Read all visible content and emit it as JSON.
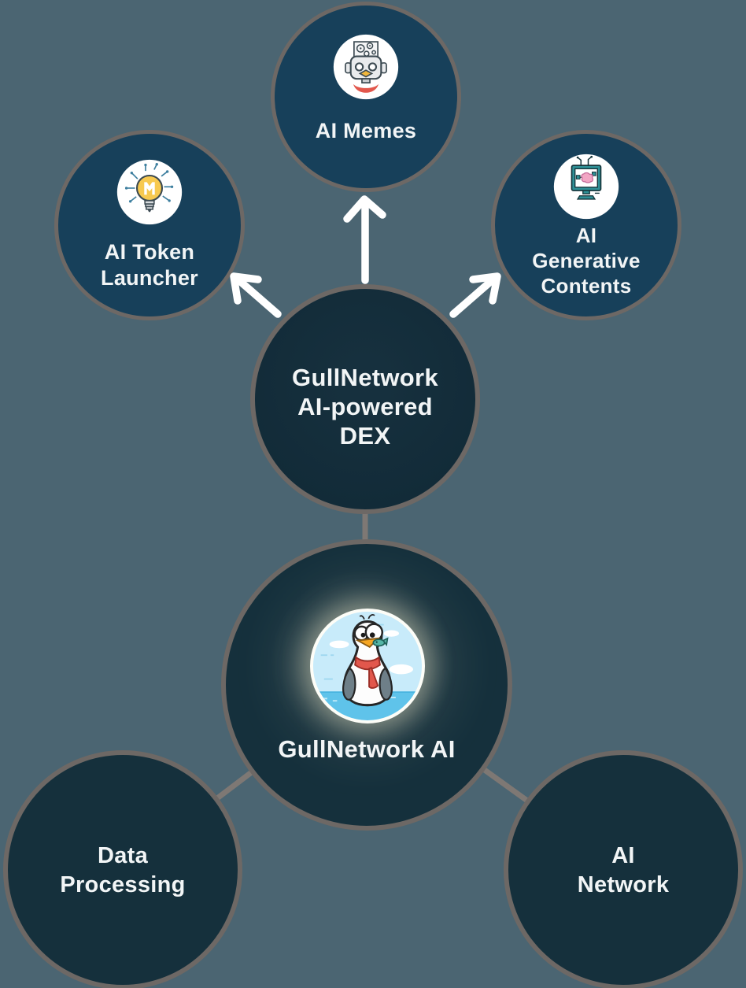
{
  "palette": {
    "background": "#4B6572",
    "satellite_fill": "#17405A",
    "dark_fill": "#132C3A",
    "hub_fill": "#15303C",
    "circle_border": "#6D6865",
    "connector_line": "#7E7874",
    "arrow": "#FFFFFF",
    "label_text": "#F2F5F6",
    "glow": "#FDF4D2"
  },
  "nodes": {
    "ai_memes": {
      "label": "AI Memes",
      "icon": "robot-memes-icon"
    },
    "ai_token_launcher": {
      "lines": [
        "AI Token",
        "Launcher"
      ],
      "icon": "bulb-circuit-icon"
    },
    "ai_generative_contents": {
      "lines": [
        "AI",
        "Generative",
        "Contents"
      ],
      "icon": "monitor-brain-icon"
    },
    "dex": {
      "lines": [
        "GullNetwork",
        "AI-powered",
        "DEX"
      ]
    },
    "hub": {
      "label": "GullNetwork AI",
      "icon": "seagull-mascot-avatar"
    },
    "data_processing": {
      "lines": [
        "Data",
        "Processing"
      ]
    },
    "ai_network": {
      "lines": [
        "AI",
        "Network"
      ]
    }
  },
  "edges": [
    {
      "from": "dex",
      "to": "ai_token_launcher",
      "style": "white-arrow"
    },
    {
      "from": "dex",
      "to": "ai_memes",
      "style": "white-arrow"
    },
    {
      "from": "dex",
      "to": "ai_generative_contents",
      "style": "white-arrow"
    },
    {
      "from": "hub",
      "to": "dex",
      "style": "gray-line"
    },
    {
      "from": "hub",
      "to": "data_processing",
      "style": "gray-line"
    },
    {
      "from": "hub",
      "to": "ai_network",
      "style": "gray-line"
    }
  ]
}
